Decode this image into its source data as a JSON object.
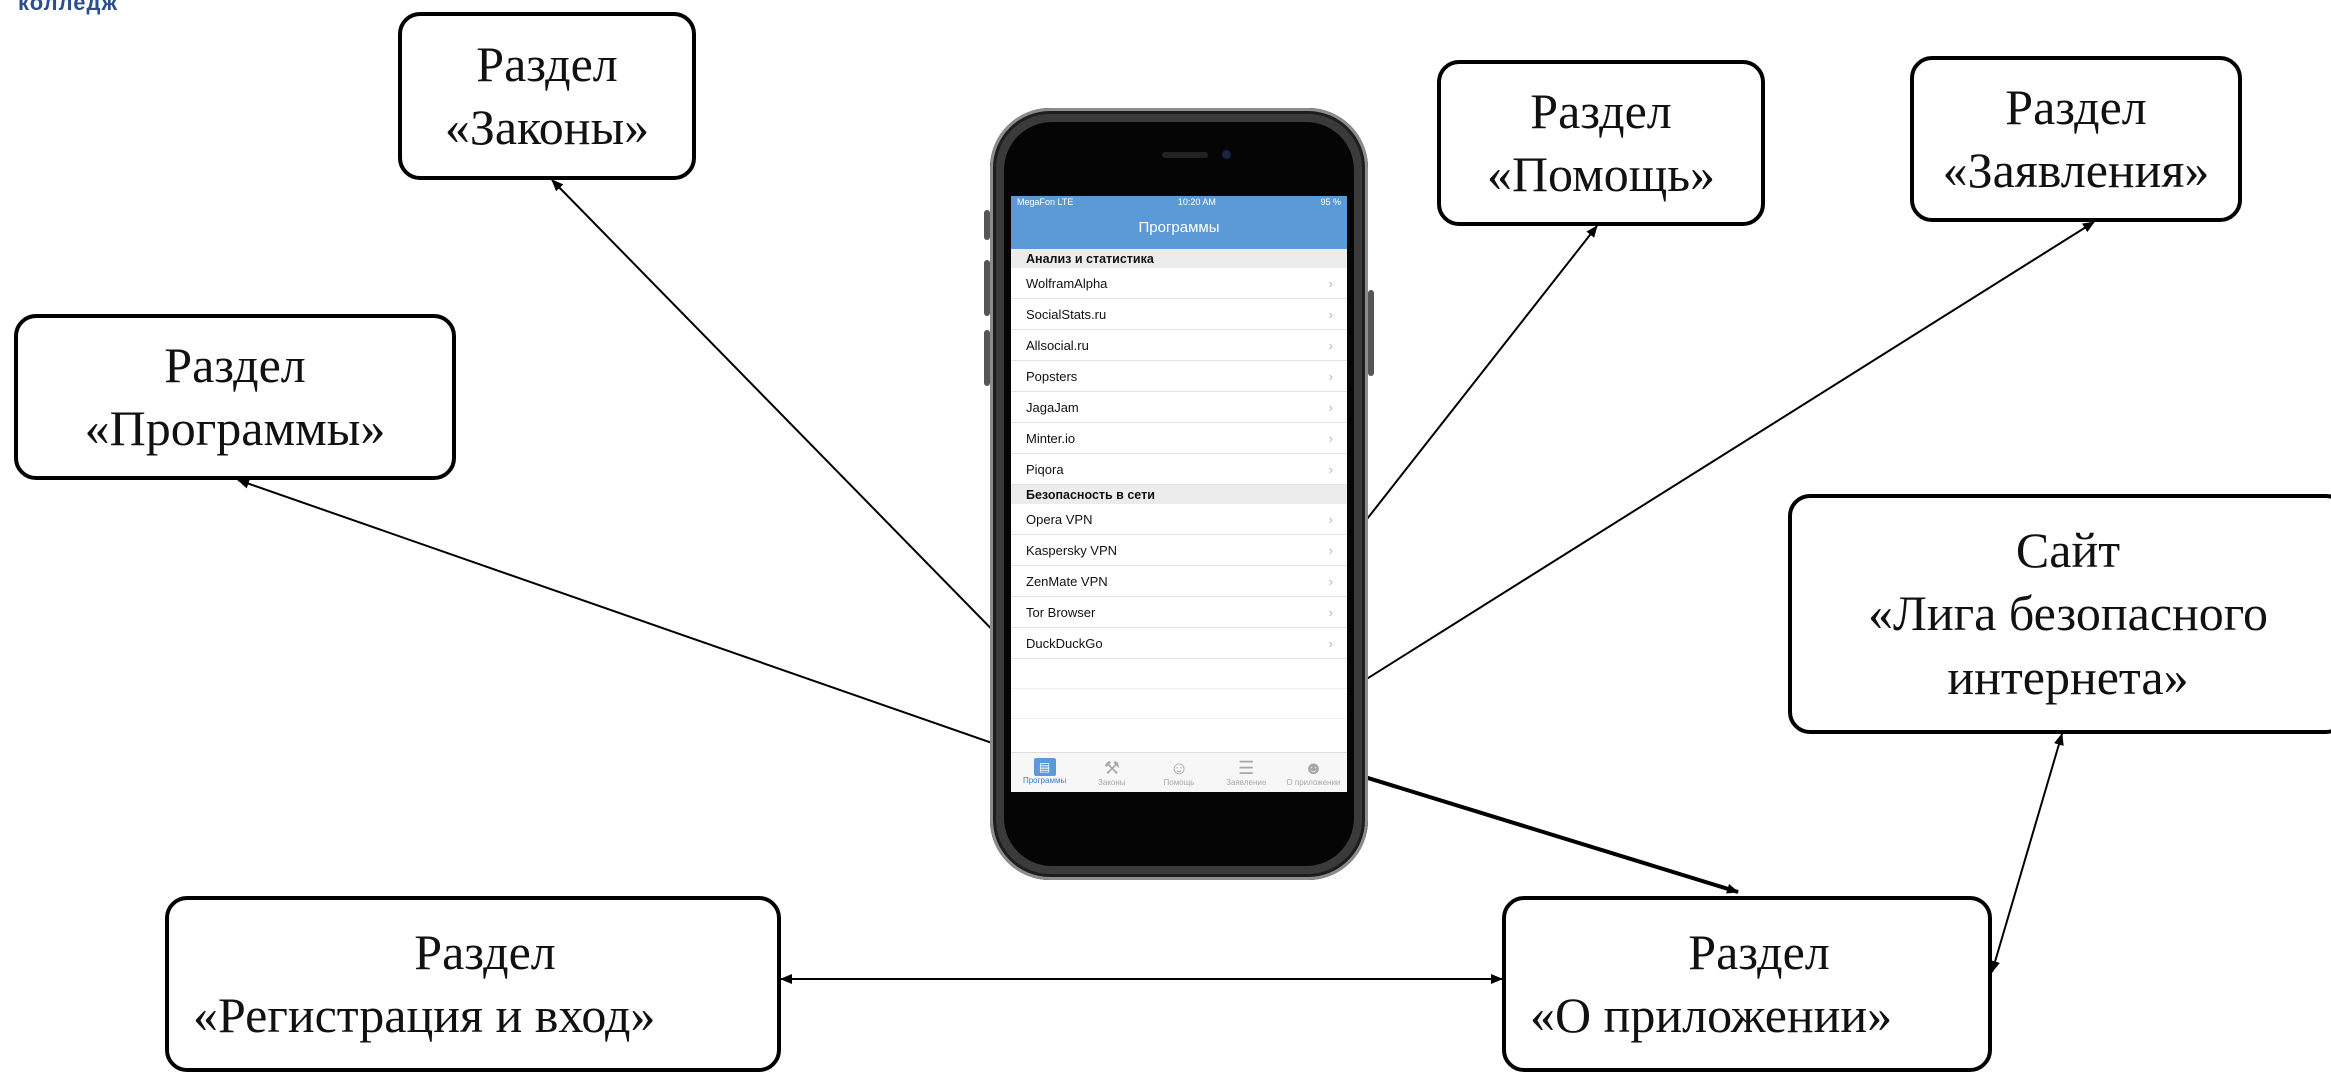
{
  "logo_text": "колледж",
  "boxes": {
    "laws": {
      "line1": "Раздел",
      "line2": "«Законы»"
    },
    "programs": {
      "line1": "Раздел",
      "line2": "«Программы»"
    },
    "help": {
      "line1": "Раздел",
      "line2": "«Помощь»"
    },
    "statements": {
      "line1": "Раздел",
      "line2": "«Заявления»"
    },
    "site": {
      "line1": "Сайт",
      "line2": "«Лига безопасного",
      "line3": "интернета»"
    },
    "registration": {
      "line1": "Раздел",
      "line2": "«Регистрация и вход»"
    },
    "about": {
      "line1": "Раздел",
      "line2": "«О приложении»"
    }
  },
  "phone": {
    "status": {
      "carrier": "MegaFon  LTE",
      "time": "10:20 AM",
      "battery": "95 %"
    },
    "title": "Программы",
    "sections": [
      {
        "header": "Анализ и статистика",
        "items": [
          "WolframAlpha",
          "SocialStats.ru",
          "Allsocial.ru",
          "Popsters",
          "JagaJam",
          "Minter.io",
          "Piqora"
        ]
      },
      {
        "header": "Безопасность в сети",
        "items": [
          "Opera VPN",
          "Kaspersky VPN",
          "ZenMate VPN",
          "Tor Browser",
          "DuckDuckGo"
        ]
      }
    ],
    "tabs": [
      "Программы",
      "Законы",
      "Помощь",
      "Заявление",
      "О приложении"
    ]
  },
  "colors": {
    "accent": "#5b9ad6",
    "border": "#000000"
  }
}
